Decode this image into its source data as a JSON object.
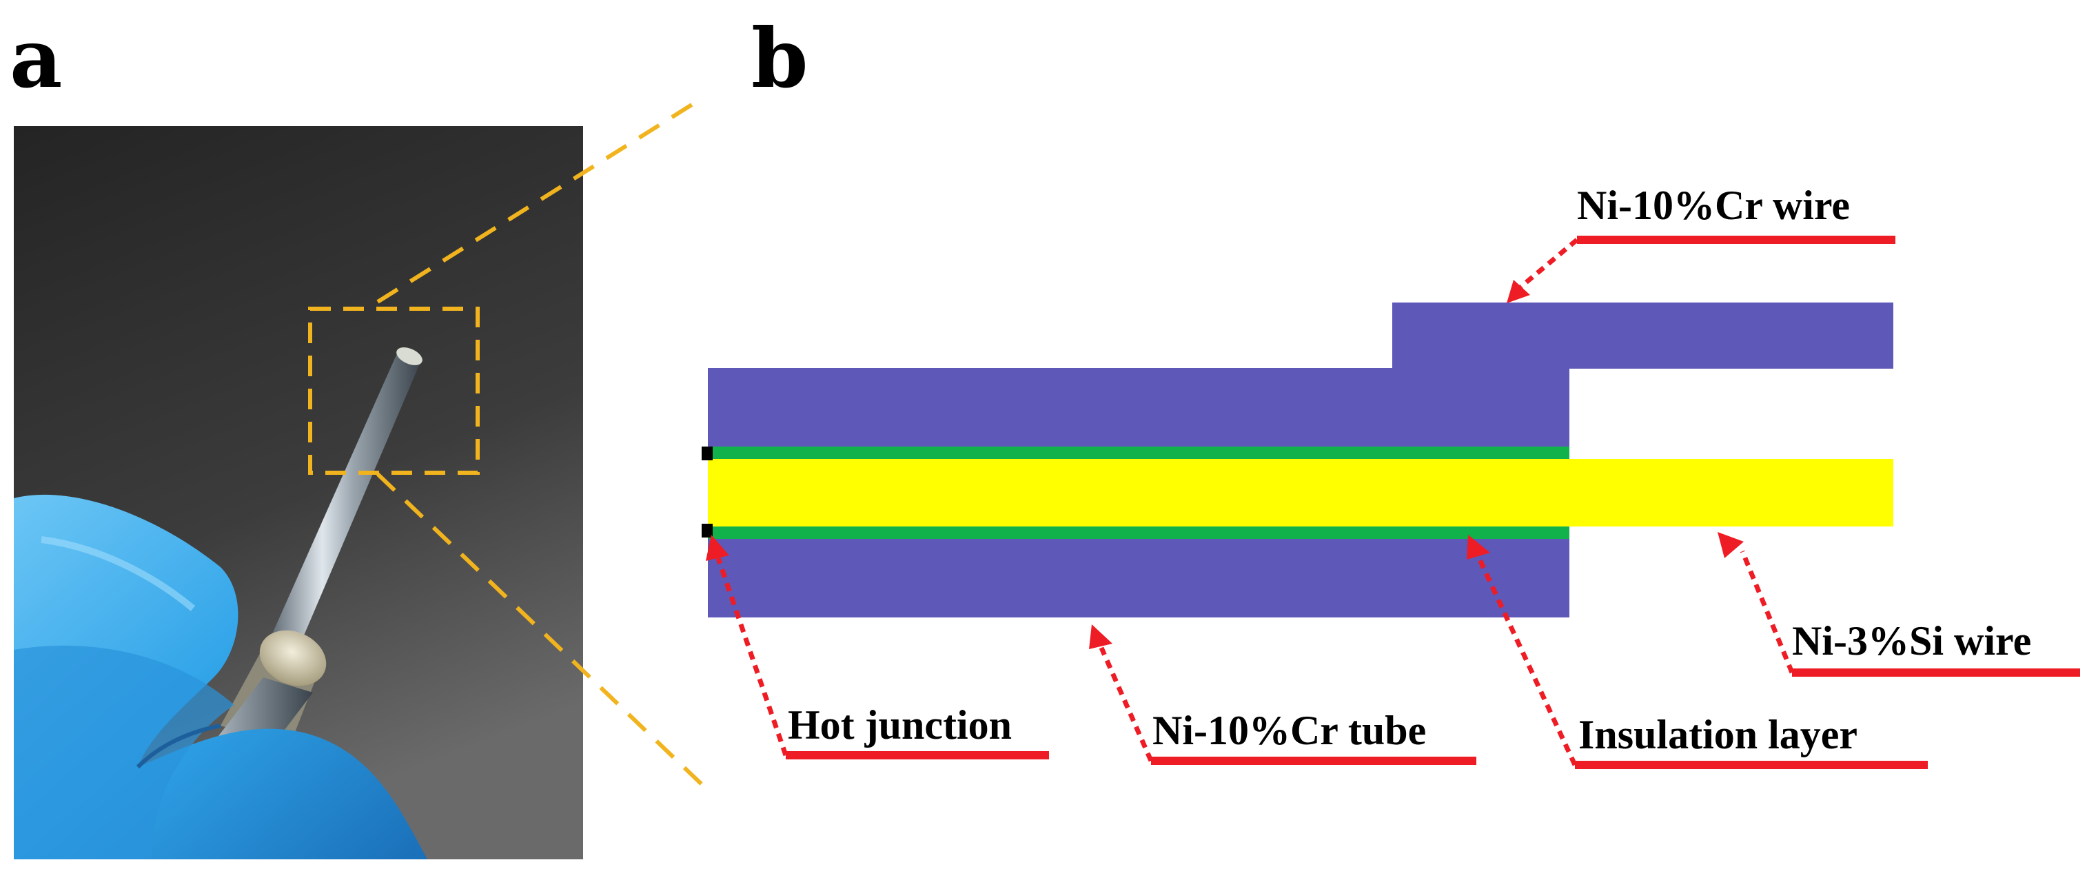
{
  "panels": {
    "a": "a",
    "b": "b"
  },
  "colors": {
    "tube": "#5e58b8",
    "insulation": "#11b24b",
    "wire_si": "#ffff00",
    "arrow": "#ee1c24",
    "zoom_box": "#f1b41e",
    "glove": "#2fa3e8"
  },
  "labels": {
    "cr_wire": "Ni-10%Cr wire",
    "si_wire": "Ni-3%Si wire",
    "hot_junction": "Hot junction",
    "cr_tube": "Ni-10%Cr tube",
    "insulation": "Insulation layer"
  }
}
